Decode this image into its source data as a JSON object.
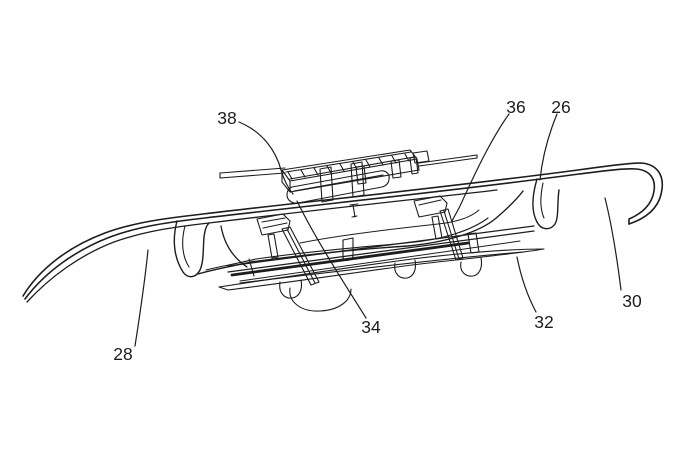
{
  "figure": {
    "kind": "patent-line-drawing",
    "description": "Perspective patent drawing of a vehicle rear diffuser assembly with toothed rack, actuator rod, mounting brackets and deployable aero blade",
    "background_color": "#ffffff",
    "line_color": "#1d1d1d",
    "labels": {
      "l26": "26",
      "l28": "28",
      "l30": "30",
      "l32": "32",
      "l34": "34",
      "l36": "36",
      "l38": "38"
    }
  }
}
